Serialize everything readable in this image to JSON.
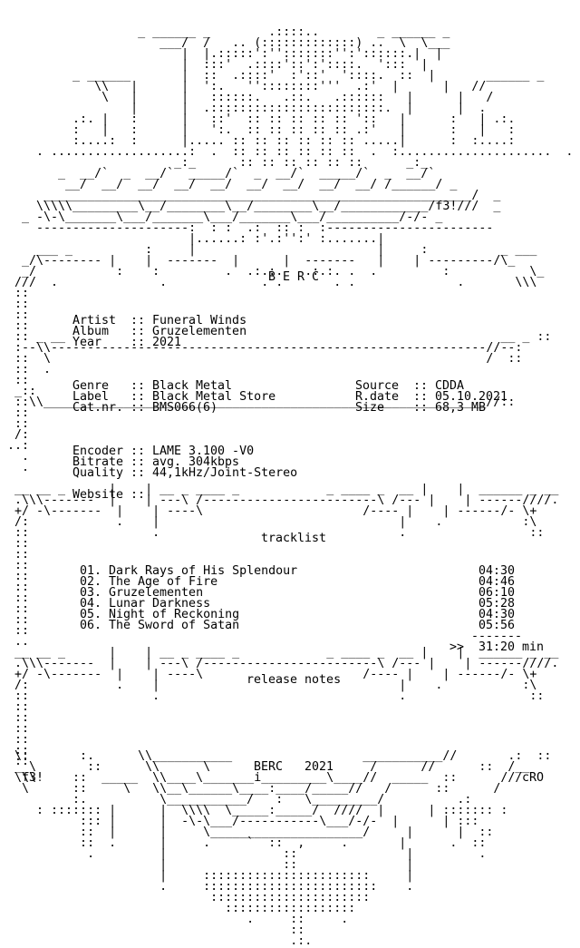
{
  "header": {
    "group": "B E R C"
  },
  "release": {
    "artist_label": "Artist",
    "artist": "Funeral Winds",
    "album_label": "Album",
    "album": "Gruzelementen",
    "year_label": "Year",
    "year": "2021",
    "genre_label": "Genre",
    "genre": "Black Metal",
    "label_label": "Label",
    "label": "Black Metal Store",
    "catnr_label": "Cat.nr.",
    "catnr": "BMS066(6)",
    "source_label": "Source",
    "source": "CDDA",
    "rdate_label": "R.date",
    "rdate": "05.10.2021",
    "size_label": "Size",
    "size": "68,3 MB",
    "encoder_label": "Encoder",
    "encoder": "LAME 3.100 -V0",
    "bitrate_label": "Bitrate",
    "bitrate": "avg. 304kbps",
    "quality_label": "Quality",
    "quality": "44,1kHz/Joint-Stereo",
    "website_label": "Website",
    "website": ""
  },
  "tracklist": {
    "title": "tracklist",
    "tracks": [
      {
        "num": "01.",
        "title": "Dark Rays of His Splendour",
        "duration": "04:30"
      },
      {
        "num": "02.",
        "title": "The Age of Fire",
        "duration": "04:46"
      },
      {
        "num": "03.",
        "title": "Gruzelementen",
        "duration": "06:10"
      },
      {
        "num": "04.",
        "title": "Lunar Darkness",
        "duration": "05:28"
      },
      {
        "num": "05.",
        "title": "Night of Reckoning",
        "duration": "04:30"
      },
      {
        "num": "06.",
        "title": "The Sword of Satan",
        "duration": "05:56"
      }
    ],
    "total": "31:20 min",
    "total_marker": ">>",
    "total_rule": "-------"
  },
  "notes": {
    "title": "release notes"
  },
  "footer": {
    "group": "BERC",
    "year": "2021",
    "tag_left": "f3!",
    "tag_right": "cRO"
  },
  "art": {
    "L00": "                   _ ______ _        .::::..        _ ______ _",
    "L01": "                      ___/  /   .. (:::::::::::::) ..  \\  \\___",
    "L02": "                         |  |.:::::':'':::::::'':'::::::.|  |",
    "L03": "                         |  :::'  .::::'::':'::::.  ':::  |",
    "L04": "          _ ______       |  ::  .::::'  :'::'  '::::.  ::  |       ______ _",
    "L05": "             \\\\   |      |  ':.   ''::::::::'''  .:'  |      |   //",
    "L06": "              \\   |      |   ::::::.   .::.   .::::::   |      |   /",
    "L07": "                  |      |  .::::::::::::::::::::::::.  |      |  .",
    "L08": "          .:. |   :      |   ::'  :: :: :: :: :: '::   |      :   | .:.",
    "L09": "          :   |   :      |   ':.  :: :: :: :: :: .:'   |      :   |   :",
    "L10": "          :....:  :      |..... :: :: :: :: :: :: .....|      :  :....:",
    "L11": "     . ...................:  .  :: :: :: :: :: ::  .  :.....................  .",
    "L12": "                        _:_      :: :: :: :: :: ::      _:_",
    "L13": "        _  __/`  _  __/`  _____/`  _  __/`  _____/`  _  __/`",
    "L14": "         __/  __/  __/  __/  __/  __/  __/  __/  __/ /______/ _",
    "L15": "      ___________________________________________________________/  _",
    "L16": "     \\\\\\\\\\_________\\__/________\\__/________\\__/____________/f3!///  _",
    "L17": "   _ -\\-\\_______\\___/_______\\___/_______\\___/__________/-/- _",
    "L18": "     ---------------------:  : :  .:  :: :  :-----------------------",
    "L19": "                          |......: :'.:'':' :.......|",
    "L20": "     ___ _          :     |                         |     :          _ ___",
    "L21": "   _/\\-------- |    |  -------  |      |  -------   |    | ---------/\\_",
    "L22": "   _/           :    :         .  .:.:.   .:.:. .  .         :           \\_",
    "L23": "  ///  .              .             . .       . .              .       \\\\\\",
    "L24": "  ::",
    "L25": "  :: ",
    "L26": "  ::",
    "L27": "  :: ",
    "L28": "  :: _ __                                                            __ _ ::",
    "L29": "  :--\\\\------------------------------------------------------------//--:",
    "L30": "  ::  \\                                                            /  ::",
    "L31": "  ::  .",
    "L32": "  ::",
    "L33": "  _::",
    "L34": "  ::\\\\_____________________________________________________________//::",
    "L35": "  ::",
    "L36": "  ::",
    "L37": "  /:",
    "L38": " ..:",
    "L39": "   .",
    "L40": "   .",
    "L41": "",
    "L42": "  __ __ _      |    | __ _ ____ _            _ ____ _  __ |    |  ______ _ __",
    "L43": "  .\\\\\\-------  |    | ---\\ /------------------------\\ /--- |    | ------////.",
    "L44": "  +/ -\\-------  |    | ----\\                      /---- |    | ------/- \\+",
    "L45": "  /:            .    |                                 |    .           :\\",
    "L46": "  ::                 .                                 .                 ::",
    "L47": "  ::",
    "L48": "  ::",
    "L49": "  ::",
    "L50": "  ::",
    "L51": "  ::",
    "L52": "  ::",
    "L53": "  ::",
    "L54": "  ::",
    "L55": "  ::",
    "L56": "  ..",
    "L57": "  __ __ _      |    | __ _ ____ _            _ ____ _  __ |    |  ______ _ __",
    "L58": "  .\\\\\\-------  |    | ---\\ /------------------------\\ /--- |    | ------////.",
    "L59": "  +/ -\\-------  |    | ----\\                      /---- |    | ------/- \\+",
    "L60": "  /:            .    |                                 |    .           :\\",
    "L61": "  ::                 .                                 .                 ::",
    "L62": "  ::",
    "L63": "  ::",
    "L64": "  ::",
    "L65": "  ::",
    "L66": "  :: ",
    "L67": "  ::",
    "L68": "  \\:       :.      \\\\___________                  ___________//       .:  ::",
    "L69": "  __\\       ::      \\\\      \\                      /      //      ::  /__",
    "L70": "  \\\\\\     ::  _____  \\\\____\\_______i_________\\____//  _____  ::      ///",
    "L71": "   \\      ::     \\   \\\\__\\______\\____:____/_____//   /      ::      /",
    "L72": "          :.          \\___________/   :   \\_________/          .:",
    "L73": "     : ::::::: |      |  \\\\\\\\  \\_____:_____/  ////  |      | ::::::: :",
    "L74": "           ::: |      |  -\\-\\___/-----------\\___/-/-  |      | :::",
    "L75": "           ::  |      |     \\_____________________/     |      |  ::",
    "L76": "           ::  .      |     .     `  ::  ,     .       |      .  ::",
    "L77": "            .         |                ::               |         .",
    "L78": "                      |                ::               |",
    "L79": "                      |     :::::::::::::::::::::::     |",
    "L80": "                      .     ::::::::::::::::::::::::    .",
    "L81": "                             ::::::::::::::::::::::",
    "L82": "                               ::::::::::::::::::",
    "L83": "                                  .     ::     .",
    "L84": "                                        ::",
    "L85": "                                        .:.",
    "L86": "                                        :"
  }
}
